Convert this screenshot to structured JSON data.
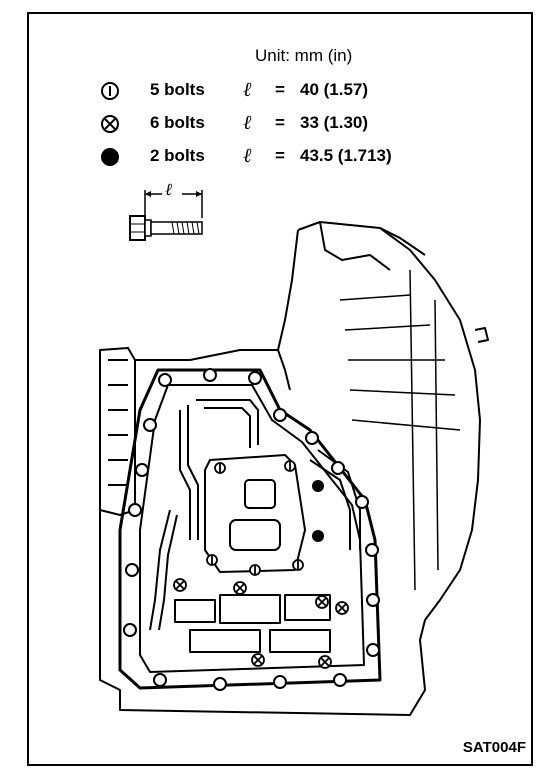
{
  "unit_label": "Unit: mm (in)",
  "legend": [
    {
      "symbol": "circle-i-icon",
      "count": "5 bolts",
      "ell": "ℓ",
      "eq": "=",
      "value": "40 (1.57)"
    },
    {
      "symbol": "circle-x-icon",
      "count": "6 bolts",
      "ell": "ℓ",
      "eq": "=",
      "value": "33 (1.30)"
    },
    {
      "symbol": "filled-circle-icon",
      "count": "2 bolts",
      "ell": "ℓ",
      "eq": "=",
      "value": "43.5 (1.713)"
    }
  ],
  "bolt_dimension_label": "ℓ",
  "figure_code": "SAT004F"
}
